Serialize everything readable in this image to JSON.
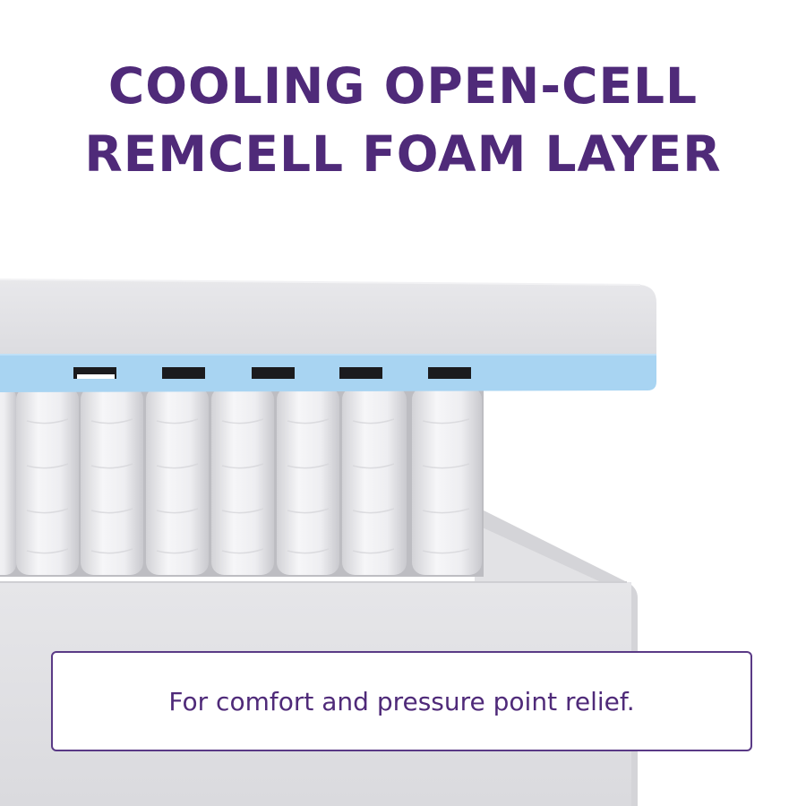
{
  "headline": {
    "line1": "COOLING OPEN-CELL",
    "line2": "REMCELL FOAM LAYER"
  },
  "caption": {
    "text": "For comfort and pressure point relief."
  },
  "colors": {
    "headline": "#4f2a79",
    "caption_border": "#5a3a86",
    "foam_layer": "#a8d4f2",
    "mattress_gray": "#e3e3e6"
  }
}
